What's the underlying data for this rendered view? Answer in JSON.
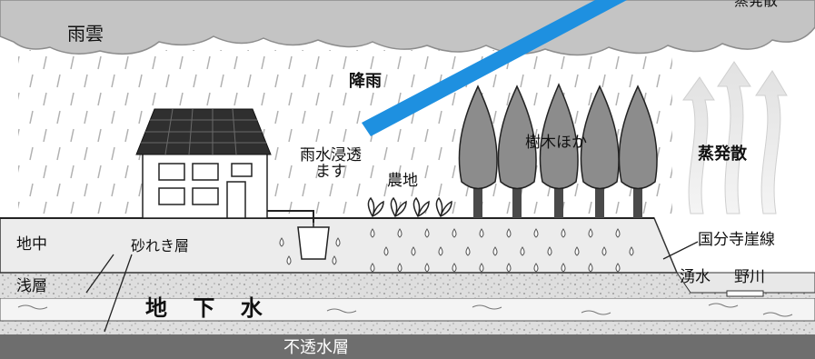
{
  "labels": {
    "rain_clouds": "雨雲",
    "rainfall": "降雨",
    "infiltration_basin": "雨水浸透\nます",
    "farmland": "農地",
    "trees": "樹木ほか",
    "evapotranspiration": "蒸発散",
    "underground": "地中",
    "gravel_layer": "砂れき層",
    "kokubunji_cliff_line": "国分寺崖線",
    "shallow_layer": "浅層",
    "spring_water": "湧水",
    "nogawa_river": "野川",
    "groundwater": "地 下 水",
    "impermeable_layer": "不透水層",
    "cropped_top_right": "蒸発散"
  },
  "colors": {
    "sky": "#ffffff",
    "cloud": "#bdbdbd",
    "rain_streaks": "#9a9a9a",
    "sunlight_beam": "#1e90e0",
    "soil": "#ececec",
    "gravel": "#dcdcdc",
    "groundwater": "#f3f3f3",
    "impermeable": "#6e6e6e",
    "trees": "#8a8a8a",
    "house_wall": "#ffffff",
    "solar_panel": "#2f2f2f"
  }
}
